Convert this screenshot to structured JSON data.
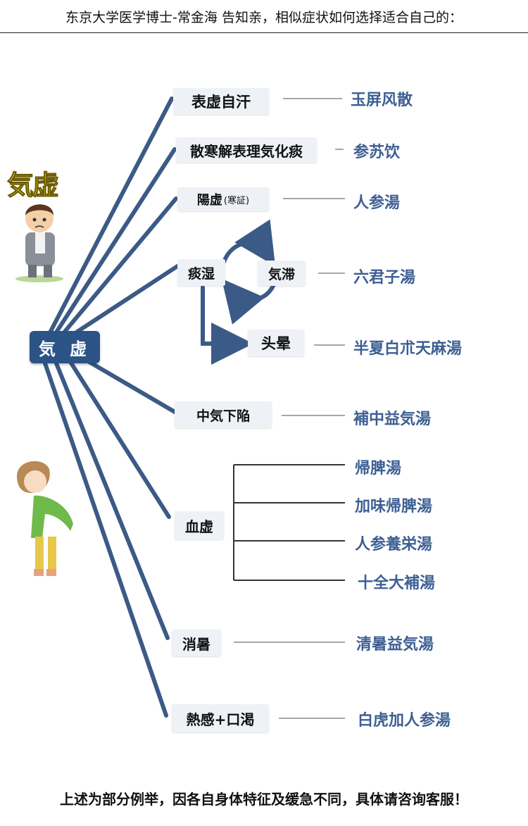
{
  "header": {
    "title": "东京大学医学博士-常金海 告知亲，相似症状如何选择适合自己的："
  },
  "root": {
    "label": "気 虚"
  },
  "illustrations": {
    "top_word": "気虚",
    "top_figure": "tired-man-illustration",
    "bottom_figure": "tired-woman-illustration"
  },
  "branches": {
    "b1": {
      "symptom": "表虚自汗",
      "formula": "玉屏风散"
    },
    "b2": {
      "symptom": "散寒解表理気化痰",
      "formula": "参苏饮"
    },
    "b3": {
      "symptom": "陽虚",
      "symptom_note": "(寒証)",
      "formula": "人参湯"
    },
    "b4": {
      "symptom": "痰湿",
      "cycle_label": "気滞",
      "formula": "六君子湯",
      "sub_symptom": "头晕",
      "sub_formula": "半夏白朮天麻湯"
    },
    "b5": {
      "symptom": "中気下陥",
      "formula": "補中益気湯"
    },
    "b6": {
      "symptom": "血虚",
      "formulas": [
        "帰脾湯",
        "加味帰脾湯",
        "人参養栄湯",
        "十全大補湯"
      ]
    },
    "b7": {
      "symptom": "消暑",
      "formula": "清暑益気湯"
    },
    "b8": {
      "symptom": "熱感+口渇",
      "formula": "白虎加人参湯"
    }
  },
  "footer": {
    "note": "上述为部分例举，因各自身体特征及缓急不同，具体请咨询客服！"
  },
  "colors": {
    "branch_line": "#3b5a86",
    "formula_text": "#3d5f93",
    "root_fill": "#2c5386",
    "box_fill": "#eef1f6"
  }
}
